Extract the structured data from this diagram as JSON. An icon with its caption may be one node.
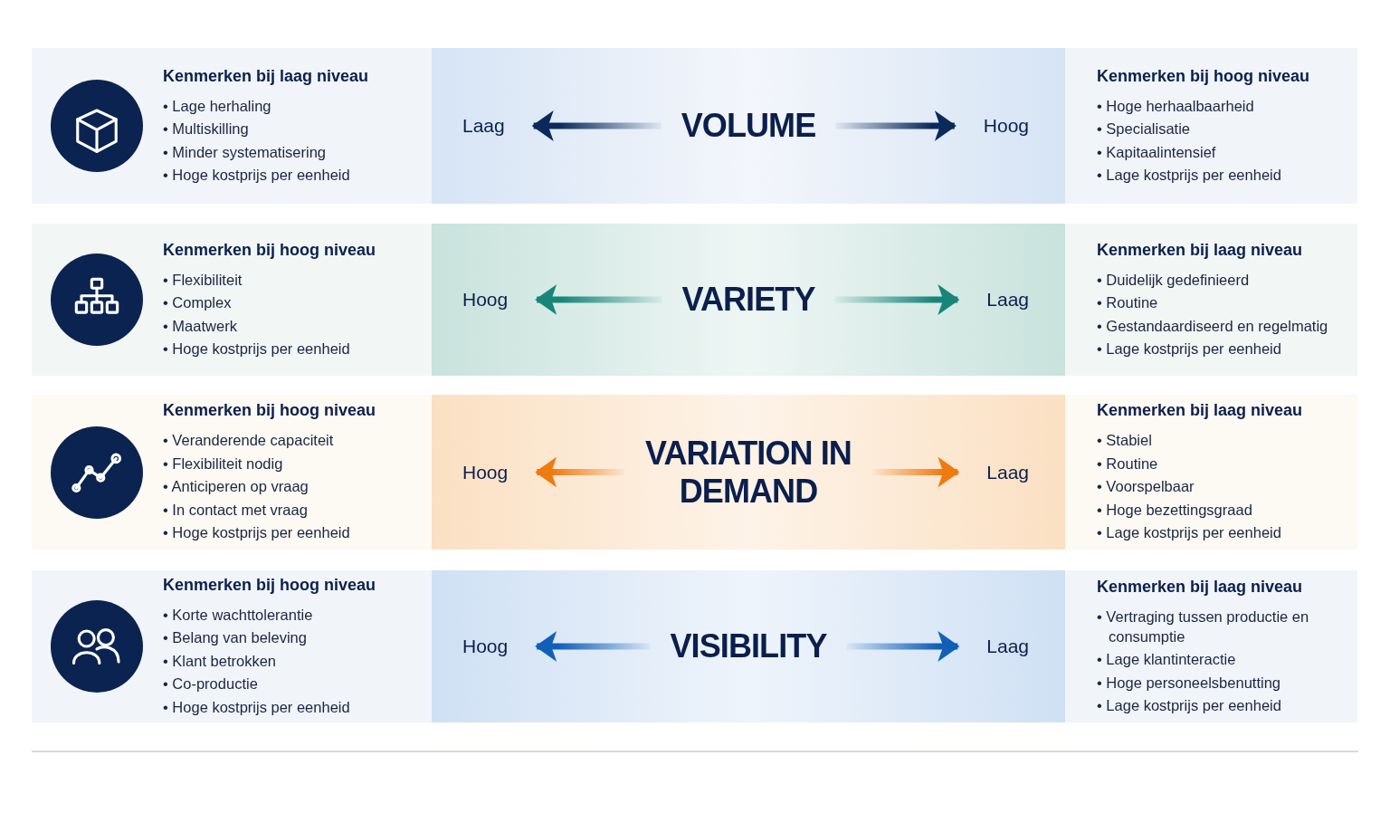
{
  "diagram": {
    "nodes": [
      {
        "text": [
          "Kenmerken bij laag niveau",
          "• Lage herhaling",
          "• Multiskilling",
          "• Minder systematisering",
          "• Hoge kostprijs per eenheid"
        ]
      },
      {
        "text": [],
        "shape": "box"
      },
      {
        "text": [
          "Laag"
        ],
        "in": 1
      },
      {
        "text": [
          "VOLUME"
        ],
        "in": 1
      },
      {
        "text": [
          "Hoog"
        ],
        "in": 1
      },
      {
        "text": [
          "Kenmerken bij hoog niveau",
          "• Hoge herhaalbaarheid",
          "• Specialisatie",
          "• Kapitaalintensief",
          "• Lage kostprijs per eenheid"
        ]
      },
      {
        "text": [
          "Kenmerken bij hoog niveau",
          "• Flexibiliteit",
          "• Complex",
          "• Maatwerk",
          "• Hoge kostprijs per eenheid"
        ]
      },
      {
        "text": [],
        "shape": "box"
      },
      {
        "text": [
          "Hoog"
        ],
        "in": 7
      },
      {
        "text": [
          "VARIETY"
        ],
        "in": 7
      },
      {
        "text": [
          "Laag"
        ],
        "in": 7
      },
      {
        "text": [
          "Kenmerken bij laag niveau",
          "• Duidelijk gedefinieerd",
          "• Routine",
          "• Gestandaardiseerd en regelmatig",
          "• Lage kostprijs per eenheid"
        ]
      },
      {
        "text": [
          "Kenmerken bij hoog niveau",
          "• Veranderende capaciteit",
          "• Flexibiliteit nodig",
          "• Anticiperen op vraag",
          "• In contact met vraag",
          "• Hoge kostprijs per eenheid"
        ]
      },
      {
        "text": [],
        "shape": "box"
      },
      {
        "text": [
          "Hoog"
        ],
        "in": 13
      },
      {
        "text": [
          "VARIATION IN DEMAND"
        ],
        "in": 13
      },
      {
        "text": [
          "Laag"
        ],
        "in": 13
      },
      {
        "text": [
          "Kenmerken bij laag niveau",
          "• Stabiel",
          "• Routine",
          "• Voorspelbaar",
          "• Hoge bezettingsgraad",
          "• Lage kostprijs per eenheid"
        ]
      },
      {
        "text": [
          "Kenmerken bij hoog niveau",
          "• Korte wachttolerantie",
          "• Belang van beleving",
          "• Klant betrokken",
          "• Co-productie",
          "• Hoge kostprijs per eenheid"
        ]
      },
      {
        "text": [],
        "shape": "box"
      },
      {
        "text": [
          "Hoog"
        ],
        "in": 19
      },
      {
        "text": [
          "VISIBILITY"
        ],
        "in": 19
      },
      {
        "text": [
          "Laag"
        ],
        "in": 19
      },
      {
        "text": [
          "Kenmerken bij laag niveau",
          "• Vertraging tussen productie en consumptie",
          "• Lage klantinteractie",
          "• Hoge personeelsbenutting",
          "• Lage kostprijs per eenheid"
        ]
      }
    ],
    "edges": [
      {
        "from": 3,
        "to": 2,
        "arrow": "to",
        "style": "thick",
        "color": "#0b2a5c"
      },
      {
        "from": 3,
        "to": 4,
        "arrow": "to",
        "style": "thick",
        "color": "#0b2a5c"
      },
      {
        "from": 9,
        "to": 8,
        "arrow": "to",
        "style": "thick",
        "color": "#17857a"
      },
      {
        "from": 9,
        "to": 10,
        "arrow": "to",
        "style": "thick",
        "color": "#17857a"
      },
      {
        "from": 15,
        "to": 14,
        "arrow": "to",
        "style": "thick",
        "color": "#f07a12"
      },
      {
        "from": 15,
        "to": 16,
        "arrow": "to",
        "style": "thick",
        "color": "#f07a12"
      },
      {
        "from": 21,
        "to": 20,
        "arrow": "to",
        "style": "thick",
        "color": "#1160b8"
      },
      {
        "from": 21,
        "to": 22,
        "arrow": "to",
        "style": "thick",
        "color": "#1160b8"
      }
    ]
  }
}
